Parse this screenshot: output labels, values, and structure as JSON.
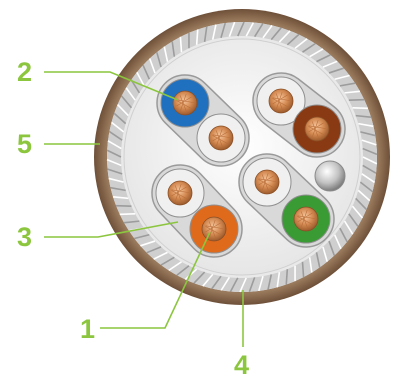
{
  "diagram": {
    "callouts": [
      "1",
      "2",
      "3",
      "4",
      "5"
    ],
    "colors": {
      "callout_text": "#8cc63f",
      "leader_line": "#8cc63f",
      "outer_jacket": "#8a6a4c",
      "braid_shield": "#c8c8c8",
      "inner_fill": "#f4f4f4",
      "pair_wrap": "#9a9a9a",
      "copper": "#cd7f4a",
      "wire_blue": "#2070c0",
      "wire_brown": "#8a3a12",
      "wire_orange": "#e06a1c",
      "wire_green": "#3a9a34",
      "wire_white": "#f0f0f0",
      "drain_wire": "#b4b4b4"
    }
  }
}
